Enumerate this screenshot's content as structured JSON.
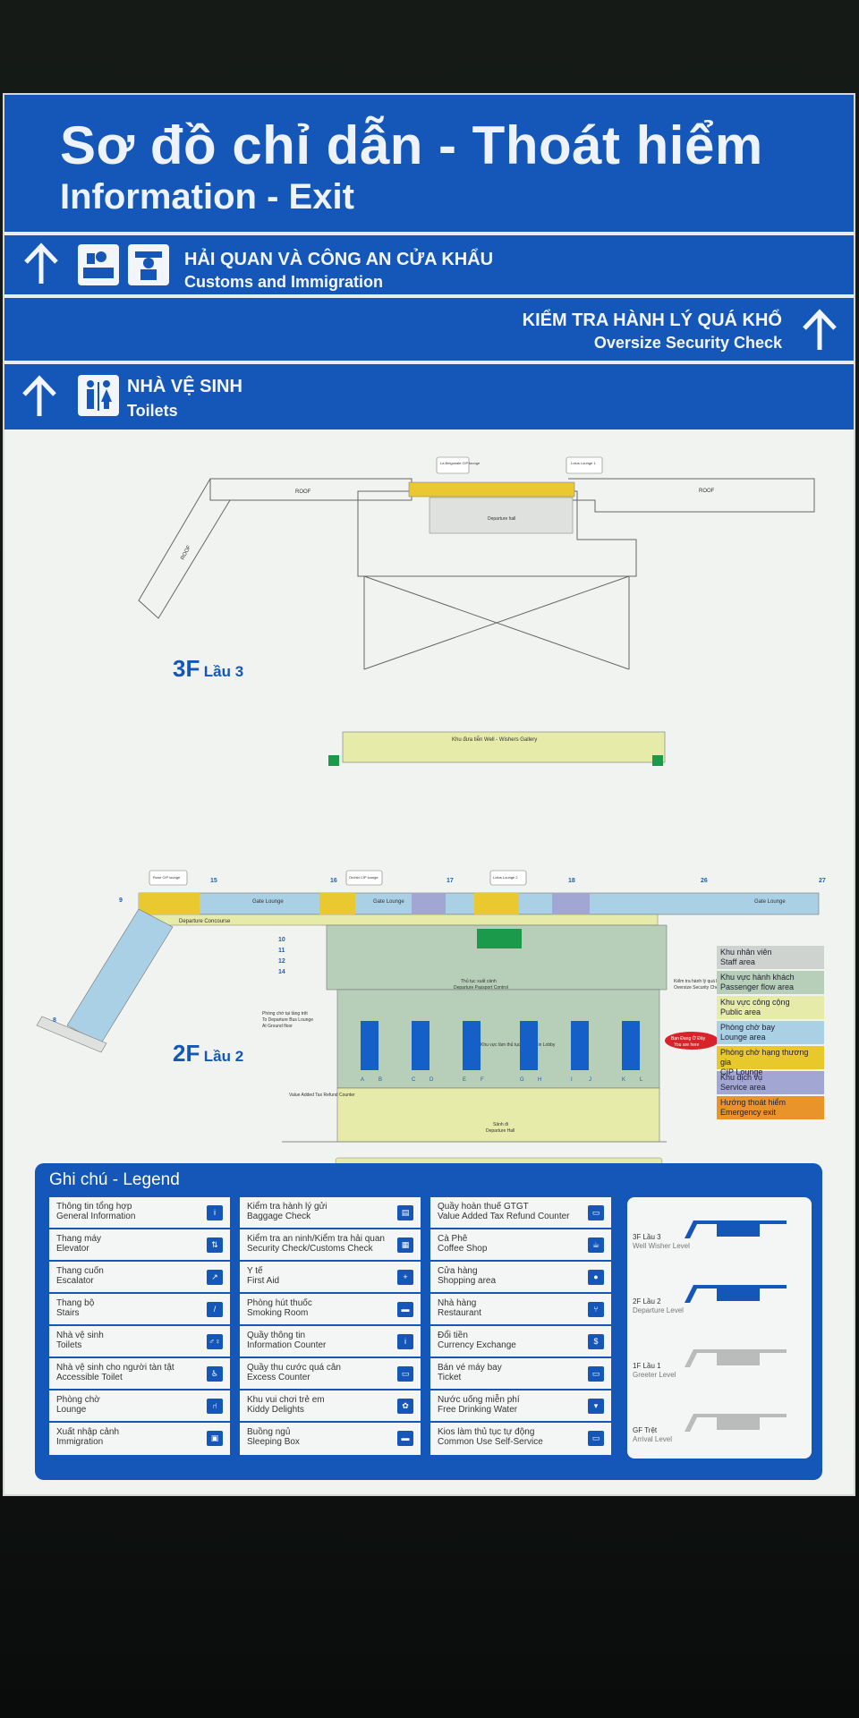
{
  "header": {
    "title_vi": "Sơ đồ chỉ dẫn - Thoát hiểm",
    "title_en": "Information - Exit"
  },
  "directions": [
    {
      "vi": "HẢI QUAN VÀ CÔNG AN CỬA KHẨU",
      "en": "Customs and Immigration",
      "arrow": "up"
    },
    {
      "vi": "KIỂM TRA HÀNH LÝ QUÁ KHỔ",
      "en": "Oversize Security Check",
      "arrow": "up"
    },
    {
      "vi": "NHÀ VỆ SINH",
      "en": "Toilets",
      "arrow": "up"
    }
  ],
  "map": {
    "floor3": {
      "big": "3F",
      "small": "Lầu 3"
    },
    "floor2": {
      "big": "2F",
      "small": "Lầu 2"
    },
    "roof_labels": [
      "ROOF",
      "ROOF",
      "ROOF"
    ],
    "labels": {
      "la_beigonale": "La Beigonale CIP lounge",
      "lotus1": "Lotus Lounge 1",
      "departure_hall_3f": "Departure hall",
      "wishers": "Khu đưa tiễn        Well - Wishers Gallery",
      "rose": "Rose CIP lounge",
      "orchid": "Orchid CIP lounge",
      "lotus2": "Lotus Lounge 2",
      "gate_lounge": "Gate Lounge",
      "departure_concourse": "Departure Concourse",
      "passport_vi": "Thủ tục xuất cảnh",
      "passport_en": "Departure Passport Control",
      "oversize_vi": "Kiểm tra hành lý quá khổ",
      "oversize_en": "Oversize Security Check",
      "bus_vi": "Phòng chờ tại tầng trệt",
      "bus_en1": "To Departure Bus Lounge",
      "bus_en2": "At Ground floor",
      "checkin": "Khu vực làm thủ tục Check - in Lobby",
      "you_are_here_vi": "Bạn Đang Ở Đây",
      "you_are_here_en": "You are here",
      "vat_en": "Value Added Tax Refund Counter",
      "departure_hall_2f_vi": "Sảnh đi",
      "departure_hall_2f_en": "Departure Hall",
      "gate_numbers": [
        "9",
        "15",
        "16",
        "17",
        "18",
        "26",
        "27",
        "8",
        "10",
        "11",
        "12",
        "14"
      ],
      "counters": [
        "A",
        "B",
        "C",
        "D",
        "E",
        "F",
        "G",
        "H",
        "I",
        "J",
        "K",
        "L"
      ]
    }
  },
  "area_key": [
    {
      "vi": "Khu nhân viên",
      "en": "Staff area",
      "color": "#cfd3d0"
    },
    {
      "vi": "Khu vực hành khách",
      "en": "Passenger flow area",
      "color": "#b7cfb8"
    },
    {
      "vi": "Khu vực công cộng",
      "en": "Public area",
      "color": "#e6ebaa"
    },
    {
      "vi": "Phòng chờ bay",
      "en": "Lounge area",
      "color": "#a9d0e4"
    },
    {
      "vi": "Phòng chờ hạng thương gia",
      "en": "CIP Lounge",
      "color": "#e8c82a"
    },
    {
      "vi": "Khu dịch vụ",
      "en": "Service area",
      "color": "#a2a6d2"
    },
    {
      "vi": "Hướng thoát hiểm",
      "en": "Emergency exit",
      "color": "#e8942a"
    }
  ],
  "legend": {
    "title": "Ghi chú - Legend",
    "columns": [
      [
        {
          "vi": "Thông tin tổng hợp",
          "en": "General Information",
          "icon": "info-icon",
          "glyph": "i"
        },
        {
          "vi": "Thang máy",
          "en": "Elevator",
          "icon": "elevator-icon",
          "glyph": "⇅"
        },
        {
          "vi": "Thang cuốn",
          "en": "Escalator",
          "icon": "escalator-icon",
          "glyph": "↗"
        },
        {
          "vi": "Thang bộ",
          "en": "Stairs",
          "icon": "stairs-icon",
          "glyph": "/"
        },
        {
          "vi": "Nhà vệ sinh",
          "en": "Toilets",
          "icon": "toilet-icon",
          "glyph": "♂♀"
        },
        {
          "vi": "Nhà vệ sinh cho người tàn tật",
          "en": "Accessible Toilet",
          "icon": "accessible-icon",
          "glyph": "♿"
        },
        {
          "vi": "Phòng chờ",
          "en": "Lounge",
          "icon": "lounge-icon",
          "glyph": "⑁"
        },
        {
          "vi": "Xuất nhập cảnh",
          "en": "Immigration",
          "icon": "immigration-icon",
          "glyph": "▣"
        }
      ],
      [
        {
          "vi": "Kiểm tra hành lý gửi",
          "en": "Baggage Check",
          "icon": "baggage-check-icon",
          "glyph": "▤"
        },
        {
          "vi": "Kiểm tra an ninh/Kiểm tra hải quan",
          "en": "Security Check/Customs Check",
          "icon": "security-icon",
          "glyph": "▦"
        },
        {
          "vi": "Y tế",
          "en": "First Aid",
          "icon": "first-aid-icon",
          "glyph": "+"
        },
        {
          "vi": "Phòng hút thuốc",
          "en": "Smoking Room",
          "icon": "smoking-icon",
          "glyph": "▬"
        },
        {
          "vi": "Quầy thông tin",
          "en": "Information Counter",
          "icon": "info-counter-icon",
          "glyph": "i"
        },
        {
          "vi": "Quầy thu cước quá cân",
          "en": "Excess Counter",
          "icon": "excess-icon",
          "glyph": "▭"
        },
        {
          "vi": "Khu vui chơi trẻ em",
          "en": "Kiddy Delights",
          "icon": "kids-icon",
          "glyph": "✿"
        },
        {
          "vi": "Buồng ngủ",
          "en": "Sleeping Box",
          "icon": "sleeping-icon",
          "glyph": "▬"
        }
      ],
      [
        {
          "vi": "Quầy hoàn thuế GTGT",
          "en": "Value Added Tax Refund Counter",
          "icon": "tax-refund-icon",
          "glyph": "▭"
        },
        {
          "vi": "Cà Phê",
          "en": "Coffee Shop",
          "icon": "coffee-icon",
          "glyph": "☕"
        },
        {
          "vi": "Cửa hàng",
          "en": "Shopping area",
          "icon": "shopping-icon",
          "glyph": "●"
        },
        {
          "vi": "Nhà hàng",
          "en": "Restaurant",
          "icon": "restaurant-icon",
          "glyph": "⑂"
        },
        {
          "vi": "Đổi tiền",
          "en": "Currency Exchange",
          "icon": "currency-icon",
          "glyph": "$"
        },
        {
          "vi": "Bán vé máy bay",
          "en": "Ticket",
          "icon": "ticket-icon",
          "glyph": "▭"
        },
        {
          "vi": "Nước uống miễn phí",
          "en": "Free Drinking Water",
          "icon": "water-icon",
          "glyph": "▾"
        },
        {
          "vi": "Kios làm thủ tục tự động",
          "en": "Common Use Self-Service",
          "icon": "kiosk-icon",
          "glyph": "▭"
        }
      ]
    ],
    "levels": [
      {
        "name": "3F Lầu 3",
        "sub": "Well Wisher Level",
        "color": "#1457b8"
      },
      {
        "name": "2F Lầu 2",
        "sub": "Departure Level",
        "color": "#1457b8"
      },
      {
        "name": "1F Lầu 1",
        "sub": "Greeter Level",
        "color": "#b9bcbb"
      },
      {
        "name": "GF Trệt",
        "sub": "Arrival Level",
        "color": "#b9bcbb"
      }
    ]
  }
}
